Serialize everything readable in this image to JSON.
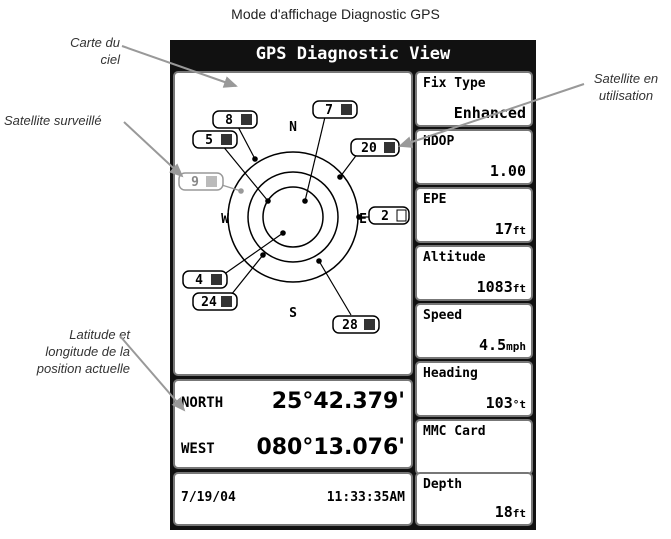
{
  "caption": "Mode d'affichage Diagnostic GPS",
  "annotations": {
    "sky_map": "Carte du ciel",
    "tracked_satellite": "Satellite surveillé",
    "used_satellite": "Satellite en utilisation",
    "lat_lon": "Latitude et longitude de la position actuelle"
  },
  "screen": {
    "title": "GPS Diagnostic View",
    "compass": {
      "n": "N",
      "s": "S",
      "e": "E",
      "w": "W"
    },
    "satellites": [
      {
        "id": "8",
        "state": "used"
      },
      {
        "id": "7",
        "state": "used"
      },
      {
        "id": "5",
        "state": "used"
      },
      {
        "id": "20",
        "state": "used"
      },
      {
        "id": "9",
        "state": "tracked"
      },
      {
        "id": "2",
        "state": "tracked"
      },
      {
        "id": "4",
        "state": "used"
      },
      {
        "id": "24",
        "state": "used"
      },
      {
        "id": "28",
        "state": "used"
      }
    ],
    "position": {
      "lat_label": "NORTH",
      "lat_value": "25°42.379'",
      "lon_label": "WEST",
      "lon_value": "080°13.076'"
    },
    "date": "7/19/04",
    "time": "11:33:35AM",
    "boxes": {
      "fix_type": {
        "label": "Fix Type",
        "value": "Enhanced"
      },
      "hdop": {
        "label": "HDOP",
        "value": "1.00"
      },
      "epe": {
        "label": "EPE",
        "value": "17",
        "unit": "ft"
      },
      "altitude": {
        "label": "Altitude",
        "value": "1083",
        "unit": "ft"
      },
      "speed": {
        "label": "Speed",
        "value": "4.5",
        "unit": "mph"
      },
      "heading": {
        "label": "Heading",
        "value": "103",
        "unit": "°t"
      },
      "mmc": {
        "label": "MMC Card",
        "value": ""
      },
      "depth": {
        "label": "Depth",
        "value": "18",
        "unit": "ft"
      }
    }
  },
  "colors": {
    "screen_bg": "#111111",
    "used": "#333333",
    "tracked": "#bbbbbb"
  }
}
